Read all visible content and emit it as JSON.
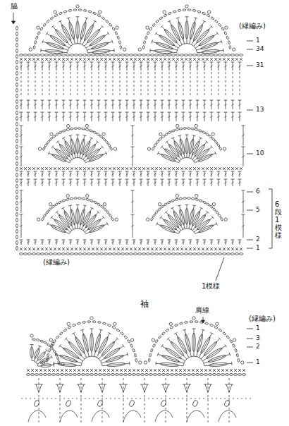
{
  "diagram": {
    "labels": [
      "脇",
      "(縁編み)",
      "1",
      "34",
      "31",
      "13",
      "10",
      "6",
      "5",
      "2",
      "1",
      "6段1模様",
      "(縁編み)",
      "1模様",
      "袖",
      "肩線",
      "(縁編み)",
      "1",
      "3",
      "2",
      "1"
    ]
  }
}
